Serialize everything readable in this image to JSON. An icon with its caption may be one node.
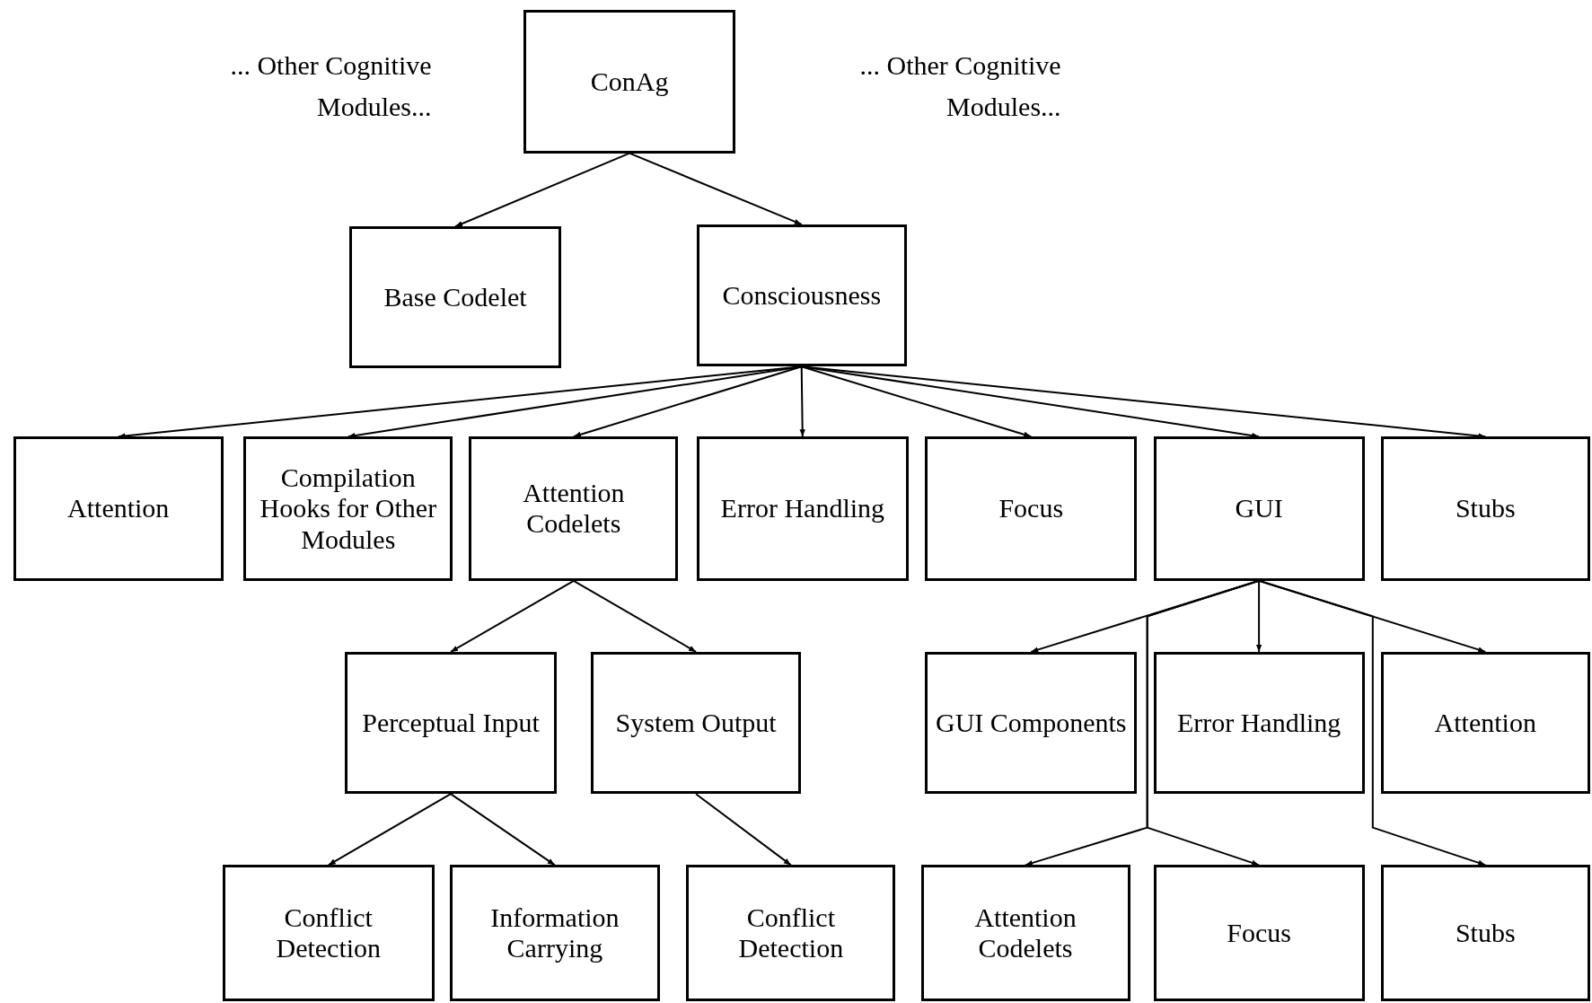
{
  "diagram": {
    "nodes": [
      {
        "text": [
          "ConAg"
        ]
      },
      {
        "text": [
          "Base Codelet"
        ]
      },
      {
        "text": [
          "Consciousness"
        ]
      },
      {
        "text": [
          "Attention"
        ]
      },
      {
        "text": [
          "Compilation Hooks for Other Modules"
        ]
      },
      {
        "text": [
          "Attention Codelets"
        ]
      },
      {
        "text": [
          "Error Handling"
        ]
      },
      {
        "text": [
          "Focus"
        ]
      },
      {
        "text": [
          "GUI"
        ]
      },
      {
        "text": [
          "Stubs"
        ]
      },
      {
        "text": [
          "Perceptual Input"
        ]
      },
      {
        "text": [
          "System Output"
        ]
      },
      {
        "text": [
          "GUI Components"
        ]
      },
      {
        "text": [
          "Error Handling"
        ]
      },
      {
        "text": [
          "Attention"
        ]
      },
      {
        "text": [
          "Conflict Detection"
        ]
      },
      {
        "text": [
          "Information Carrying"
        ]
      },
      {
        "text": [
          "Conflict Detection"
        ]
      },
      {
        "text": [
          "Attention Codelets"
        ]
      },
      {
        "text": [
          "Focus"
        ]
      },
      {
        "text": [
          "Stubs"
        ]
      }
    ],
    "edges": [
      {
        "from": 0,
        "to": 1,
        "arrow": "to"
      },
      {
        "from": 0,
        "to": 2,
        "arrow": "to"
      },
      {
        "from": 2,
        "to": 3,
        "arrow": "to"
      },
      {
        "from": 2,
        "to": 4,
        "arrow": "to"
      },
      {
        "from": 2,
        "to": 5,
        "arrow": "to"
      },
      {
        "from": 2,
        "to": 6,
        "arrow": "to"
      },
      {
        "from": 2,
        "to": 7,
        "arrow": "to"
      },
      {
        "from": 2,
        "to": 8,
        "arrow": "to"
      },
      {
        "from": 2,
        "to": 9,
        "arrow": "to"
      },
      {
        "from": 5,
        "to": 10,
        "arrow": "to"
      },
      {
        "from": 5,
        "to": 11,
        "arrow": "to"
      },
      {
        "from": 8,
        "to": 12,
        "arrow": "to"
      },
      {
        "from": 8,
        "to": 13,
        "arrow": "to"
      },
      {
        "from": 8,
        "to": 14,
        "arrow": "to"
      },
      {
        "from": 8,
        "to": 18,
        "arrow": "to"
      },
      {
        "from": 8,
        "to": 19,
        "arrow": "to"
      },
      {
        "from": 8,
        "to": 20,
        "arrow": "to"
      },
      {
        "from": 10,
        "to": 15,
        "arrow": "to"
      },
      {
        "from": 10,
        "to": 16,
        "arrow": "to"
      },
      {
        "from": 11,
        "to": 17,
        "arrow": "to"
      }
    ],
    "labels": [
      "... Other Cognitive Modules...",
      "... Other Cognitive Modules..."
    ]
  }
}
